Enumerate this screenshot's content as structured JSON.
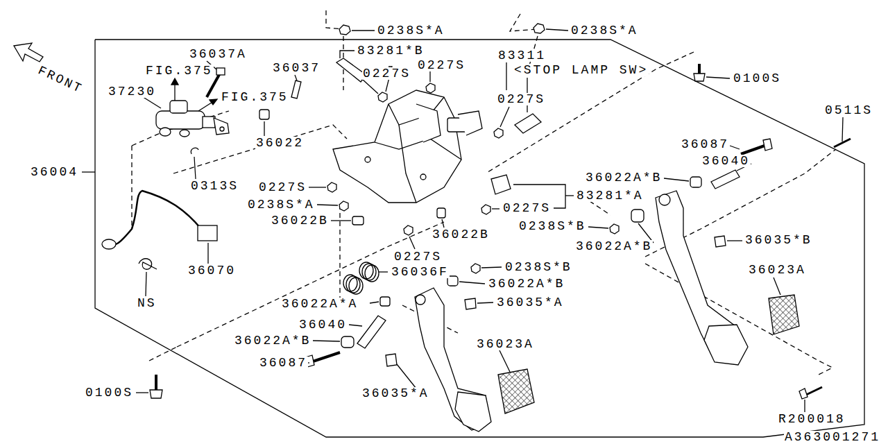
{
  "diagram": {
    "labels": [
      "FRONT",
      "0238S*A",
      "0238S*A",
      "83281*B",
      "83311",
      "<STOP LAMP SW>",
      "36037A",
      "36037",
      "0227S",
      "0227S",
      "FIG.375",
      "0100S",
      "37230",
      "FIG.375",
      "0227S",
      "0511S",
      "36022",
      "36087",
      "36040",
      "36004",
      "36022A*B",
      "0313S",
      "0227S",
      "83281*A",
      "0238S*A",
      "0227S",
      "36022B",
      "0238S*B",
      "36022B",
      "36035*B",
      "36022A*B",
      "0227S",
      "0238S*B",
      "36023A",
      "36070",
      "36036F",
      "36022A*B",
      "36035*A",
      "NS",
      "36022A*A",
      "36040",
      "36022A*B",
      "36023A",
      "36087",
      "0100S",
      "36035*A",
      "R200018",
      "A363001271"
    ]
  }
}
